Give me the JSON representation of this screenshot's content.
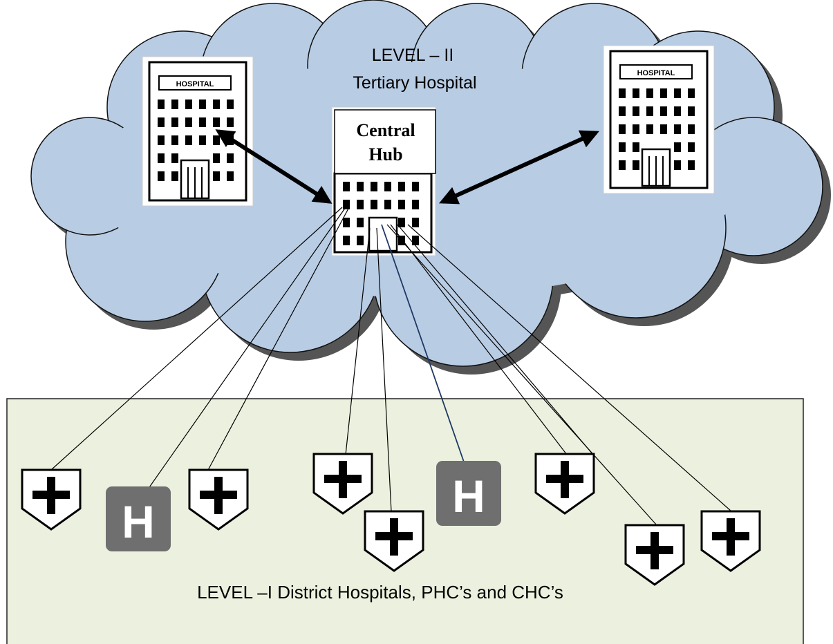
{
  "level2": {
    "title": "LEVEL – II",
    "subtitle": "Tertiary Hospital",
    "hub_label_line1": "Central",
    "hub_label_line2": "Hub",
    "building_sign": "HOSPITAL"
  },
  "level1": {
    "caption": "LEVEL –I  District Hospitals, PHC’s and CHC’s",
    "h_letter": "H"
  },
  "colors": {
    "cloud_fill": "#b8cce4",
    "level1_fill": "#ebf1de",
    "h_badge": "#6f6f6f",
    "link_highlight": "#1f3864"
  },
  "icons": [
    "hospital-building-icon",
    "shield-cross-icon",
    "hospital-h-icon",
    "double-arrow-icon"
  ]
}
